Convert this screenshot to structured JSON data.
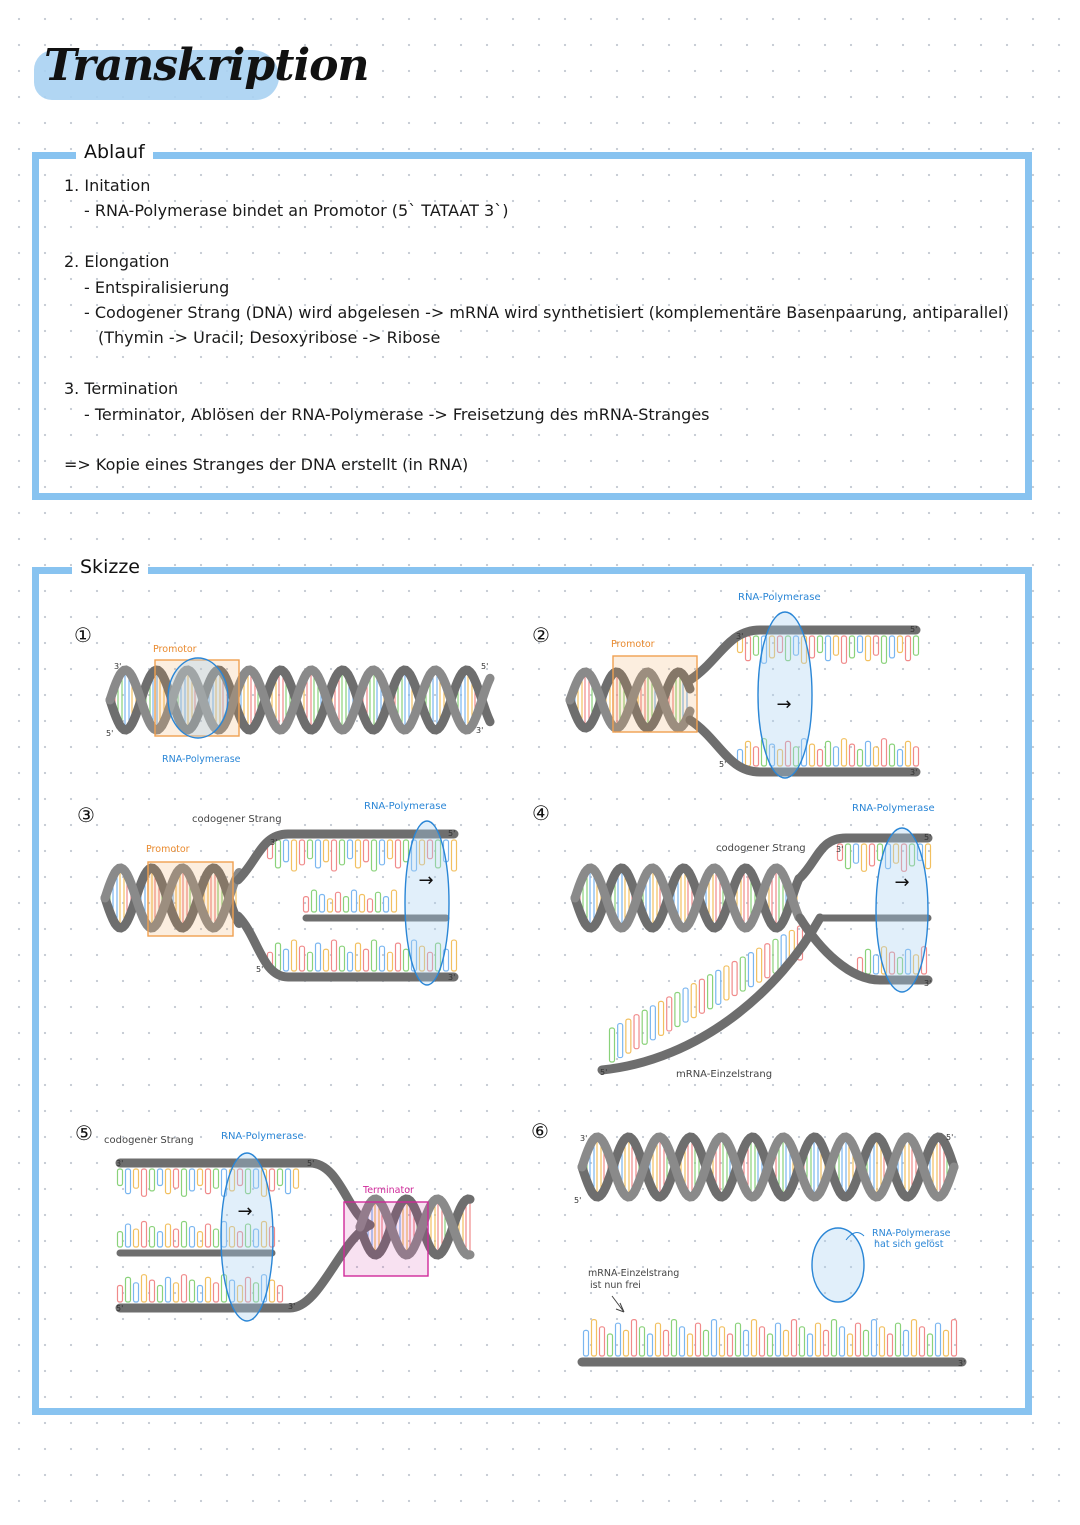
{
  "title": "Transkription",
  "ablauf": {
    "heading": "Ablauf",
    "steps": [
      {
        "title": "1. Initation",
        "lines": [
          "- RNA-Polymerase bindet an Promotor (5` TATAAT 3`)"
        ]
      },
      {
        "title": "2. Elongation",
        "lines": [
          "- Entspiralisierung",
          "- Codogener Strang (DNA) wird abgelesen -> mRNA wird synthetisiert (komplementäre Basenpaarung, antiparallel)",
          "(Thymin -> Uracil; Desoxyribose -> Ribose"
        ]
      },
      {
        "title": "3. Termination",
        "lines": [
          "- Terminator, Ablösen der RNA-Polymerase -> Freisetzung des mRNA-Stranges"
        ]
      }
    ],
    "conclusion": "=> Kopie eines Stranges der DNA erstellt (in RNA)"
  },
  "skizze": {
    "heading": "Skizze",
    "panels": [
      {
        "number": "①",
        "labels": {
          "promotor": "Promotor",
          "polymerase": "RNA-Polymerase"
        },
        "ends": {
          "a": "3'",
          "b": "5'",
          "c": "5'",
          "d": "3'"
        }
      },
      {
        "number": "②",
        "labels": {
          "promotor": "Promotor",
          "polymerase": "RNA-Polymerase",
          "arrow": "→"
        },
        "ends": {
          "a": "3'",
          "b": "5'",
          "c": "5'",
          "d": "3'"
        }
      },
      {
        "number": "③",
        "labels": {
          "strand": "codogener Strang",
          "promotor": "Promotor",
          "polymerase": "RNA-Polymerase",
          "arrow": "→"
        },
        "ends": {
          "a": "3'",
          "b": "5'",
          "c": "5'",
          "d": "3'"
        }
      },
      {
        "number": "④",
        "labels": {
          "strand": "codogener Strang",
          "polymerase": "RNA-Polymerase",
          "mrna": "mRNA-Einzelstrang",
          "arrow": "→"
        },
        "ends": {
          "a": "3'",
          "b": "5'",
          "c": "5'",
          "d": "3'"
        }
      },
      {
        "number": "⑤",
        "labels": {
          "strand": "codogener Strang",
          "polymerase": "RNA-Polymerase",
          "terminator": "Terminator",
          "arrow": "→"
        },
        "ends": {
          "a": "3'",
          "b": "5'",
          "c": "5'",
          "d": "3'"
        }
      },
      {
        "number": "⑥",
        "labels": {
          "polymerase_free": "RNA-Polymerase hat sich gelöst",
          "mrna_free": "mRNA-Einzelstrang ist nun frei"
        },
        "ends": {
          "a": "3'",
          "b": "5'",
          "c": "5'",
          "d": "3'"
        }
      }
    ]
  },
  "colors": {
    "accent_blue": "#88c3f0",
    "highlight_blue": "#a9d2f2",
    "strand_gray": "#6e6e6e",
    "promotor_orange": "#f0a050",
    "polymerase_blue": "#2a86d6",
    "terminator_pink": "#d02a9a",
    "base_colors": [
      "#f08a8a",
      "#8ad27a",
      "#7ab6f0",
      "#f2c060"
    ]
  },
  "icons": [
    "arrow-right-icon",
    "circled-number-icon"
  ]
}
